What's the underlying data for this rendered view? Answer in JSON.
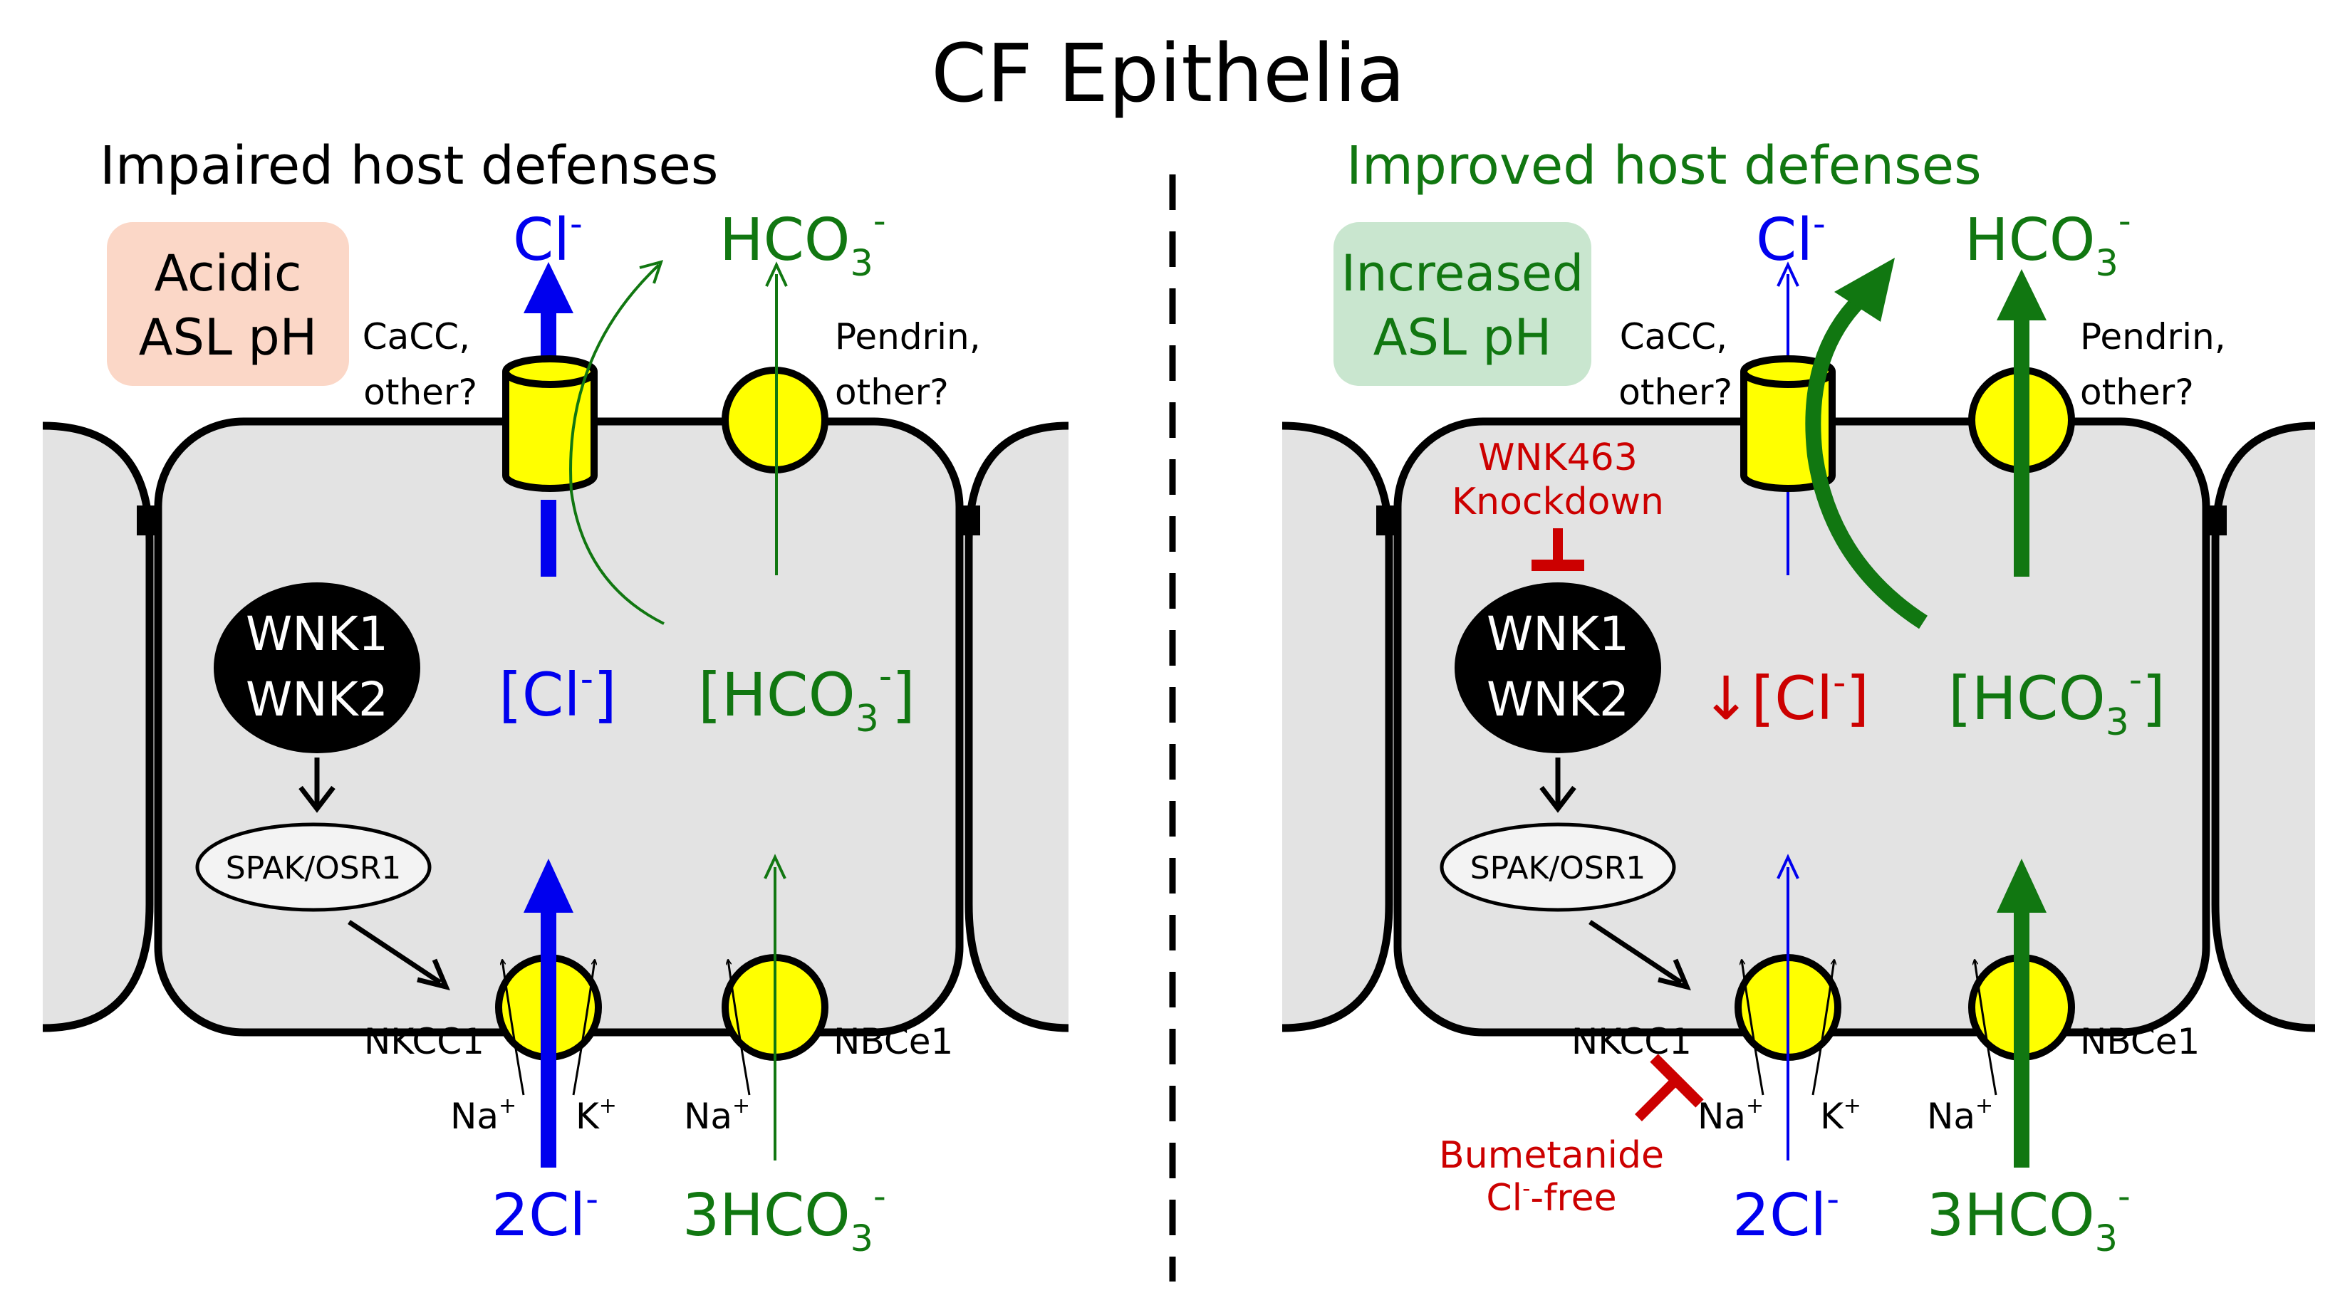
{
  "title": "CF Epithelia",
  "colors": {
    "chloride": "#0000ee",
    "bicarbonate": "#117711",
    "inhibition": "#cc0000",
    "transporter": "#ffff00",
    "cell": "#e3e3e3",
    "acidic_badge": "#fbd7c7",
    "increased_badge": "#c9e6cf"
  },
  "left": {
    "heading": "Impaired host defenses",
    "badge_line1": "Acidic",
    "badge_line2": "ASL pH",
    "cacc_line1": "CaCC,",
    "cacc_line2": "other?",
    "pendrin_line1": "Pendrin,",
    "pendrin_line2": "other?",
    "wnk1": "WNK1",
    "wnk2": "WNK2",
    "spak": "SPAK/OSR1",
    "nkcc1": "NKCC1",
    "nbce1": "NBCe1",
    "cl_apical": "Cl",
    "cl_charge": "-",
    "hco3_apical": "HCO",
    "three": "3",
    "hco3_charge": "-",
    "cl_intracellular": "[Cl",
    "cl_intra_close": "]",
    "hco3_intracellular": "[HCO",
    "hco3_intra_close": "]",
    "na_plus": "Na",
    "k_plus": "K",
    "plus": "+",
    "cl_basal": "2Cl",
    "hco3_basal": "3HCO"
  },
  "right": {
    "heading": "Improved host defenses",
    "badge_line1": "Increased",
    "badge_line2": "ASL pH",
    "cacc_line1": "CaCC,",
    "cacc_line2": "other?",
    "pendrin_line1": "Pendrin,",
    "pendrin_line2": "other?",
    "wnk463_line1": "WNK463",
    "wnk463_line2": "Knockdown",
    "wnk1": "WNK1",
    "wnk2": "WNK2",
    "spak": "SPAK/OSR1",
    "nkcc1": "NKCC1",
    "nbce1": "NBCe1",
    "bumetanide": "Bumetanide",
    "cl_free_prefix": "Cl",
    "cl_free_suffix": "-free",
    "cl_apical": "Cl",
    "cl_charge": "-",
    "hco3_apical": "HCO",
    "three": "3",
    "hco3_charge": "-",
    "down_arrow": "↓",
    "cl_intracellular": "[Cl",
    "cl_intra_close": "]",
    "hco3_intracellular": "[HCO",
    "hco3_intra_close": "]",
    "na_plus": "Na",
    "k_plus": "K",
    "plus": "+",
    "cl_basal": "2Cl",
    "hco3_basal": "3HCO"
  }
}
